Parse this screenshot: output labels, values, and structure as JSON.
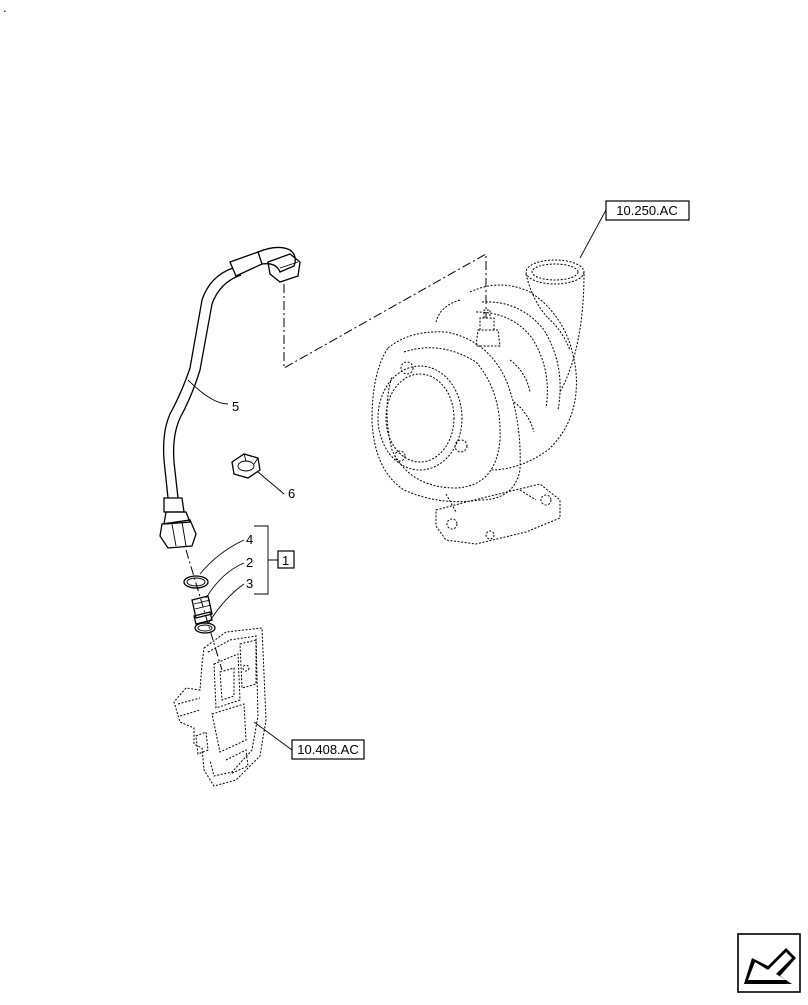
{
  "corner_mark": ".",
  "references": {
    "turbo_ref": "10.250.AC",
    "manifold_ref": "10.408.AC"
  },
  "callouts": {
    "pipe": "5",
    "nut": "6",
    "oring_upper": "4",
    "fitting": "2",
    "oring_lower": "3",
    "kit": "1"
  },
  "nav_icon": "arrow-left-icon"
}
